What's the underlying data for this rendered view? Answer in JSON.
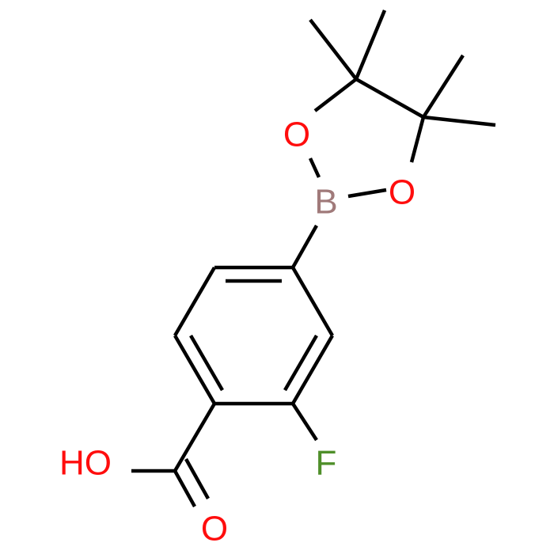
{
  "molecule": {
    "atoms": [
      {
        "id": "B",
        "label": "B",
        "color": "#a07a7a"
      },
      {
        "id": "O1",
        "label": "O",
        "color": "#ff0d0d"
      },
      {
        "id": "O2",
        "label": "O",
        "color": "#ff0d0d"
      },
      {
        "id": "F",
        "label": "F",
        "color": "#4f8f2a"
      },
      {
        "id": "OH",
        "label": "HO",
        "color": "#ff0d0d"
      },
      {
        "id": "O3",
        "label": "O",
        "color": "#ff0d0d"
      }
    ]
  }
}
